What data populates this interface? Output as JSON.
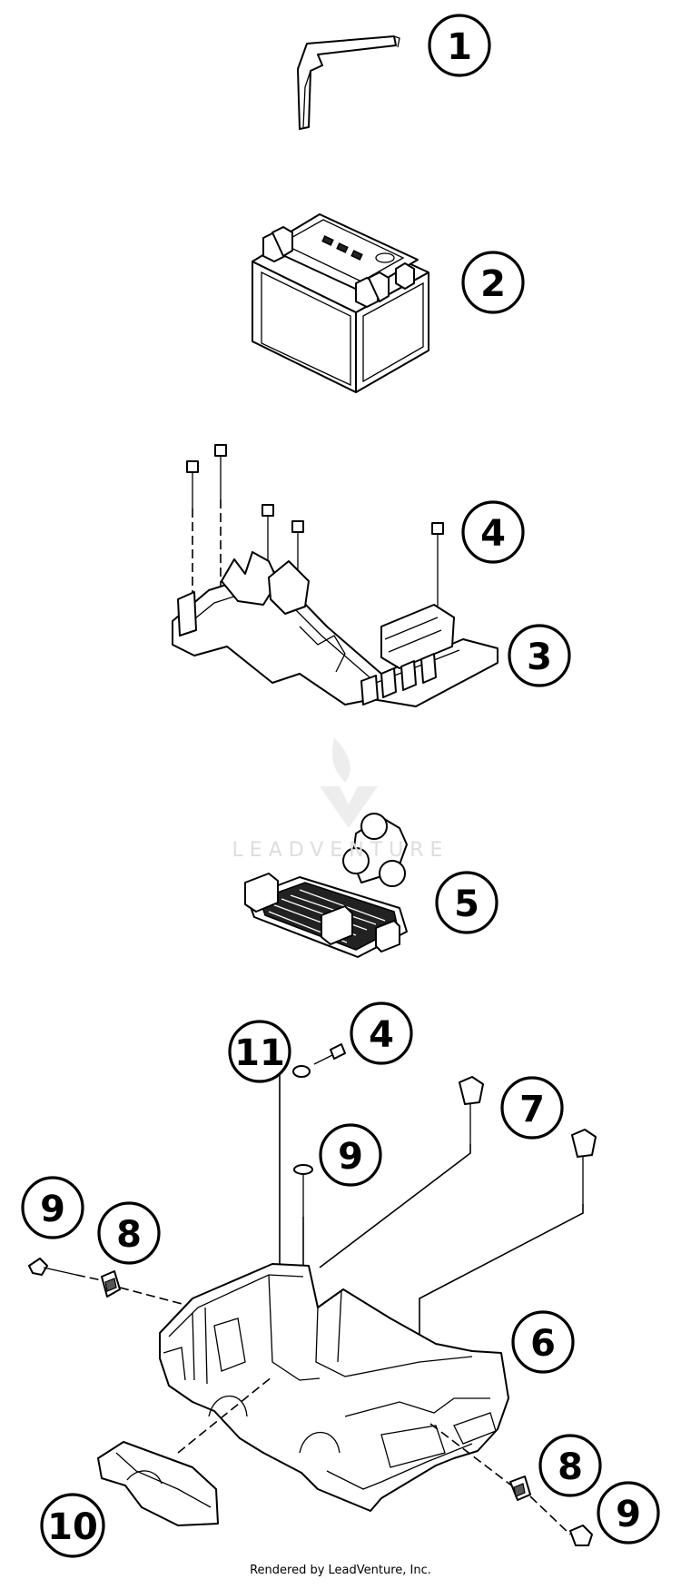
{
  "callouts": {
    "c1": "1",
    "c2": "2",
    "c3": "3",
    "c4_top": "4",
    "c5": "5",
    "c4_lower": "4",
    "c11": "11",
    "c7": "7",
    "c9_mid": "9",
    "c9_left": "9",
    "c8_left": "8",
    "c6": "6",
    "c8_right": "8",
    "c9_right": "9",
    "c10": "10"
  },
  "watermark": "LEADVENTURE",
  "credit": "Rendered by LeadVenture, Inc."
}
